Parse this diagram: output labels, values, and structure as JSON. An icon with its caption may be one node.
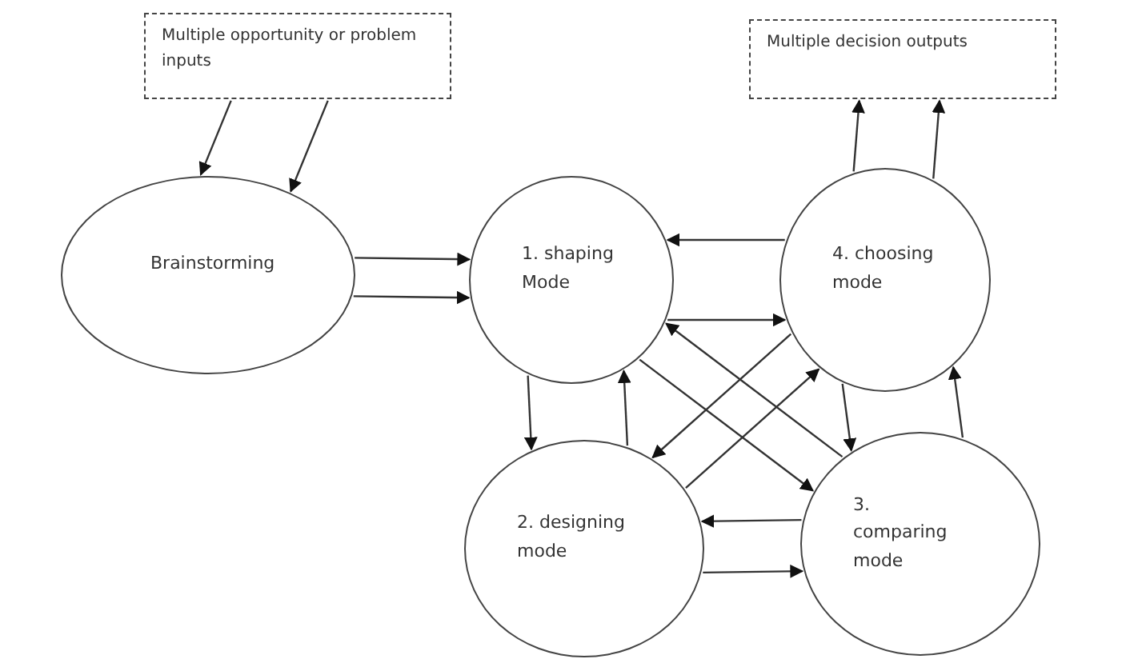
{
  "diagram": {
    "nodes": [
      {
        "text": [
          "Multiple opportunity or problem inputs"
        ]
      },
      {
        "text": [
          "Multiple decision outputs"
        ]
      },
      {
        "text": [
          "Brainstorming"
        ]
      },
      {
        "text": [
          "1. shaping Mode"
        ]
      },
      {
        "text": [
          "4. choosing mode"
        ]
      },
      {
        "text": [
          "2. designing mode"
        ]
      },
      {
        "text": [
          "3. comparing mode"
        ]
      }
    ],
    "edges": [
      {
        "from": 0,
        "to": 2,
        "arrow": "to"
      },
      {
        "from": 0,
        "to": 2,
        "arrow": "to"
      },
      {
        "from": 4,
        "to": 1,
        "arrow": "to"
      },
      {
        "from": 4,
        "to": 1,
        "arrow": "to"
      },
      {
        "from": 2,
        "to": 3,
        "arrow": "to"
      },
      {
        "from": 2,
        "to": 3,
        "arrow": "to"
      },
      {
        "from": 4,
        "to": 3,
        "arrow": "to"
      },
      {
        "from": 3,
        "to": 4,
        "arrow": "to"
      },
      {
        "from": 3,
        "to": 5,
        "arrow": "to"
      },
      {
        "from": 5,
        "to": 3,
        "arrow": "to"
      },
      {
        "from": 4,
        "to": 6,
        "arrow": "to"
      },
      {
        "from": 6,
        "to": 4,
        "arrow": "to"
      },
      {
        "from": 6,
        "to": 5,
        "arrow": "to"
      },
      {
        "from": 5,
        "to": 6,
        "arrow": "to"
      },
      {
        "from": 3,
        "to": 6,
        "arrow": "to"
      },
      {
        "from": 6,
        "to": 3,
        "arrow": "to"
      },
      {
        "from": 5,
        "to": 4,
        "arrow": "to"
      },
      {
        "from": 4,
        "to": 5,
        "arrow": "to"
      }
    ]
  }
}
